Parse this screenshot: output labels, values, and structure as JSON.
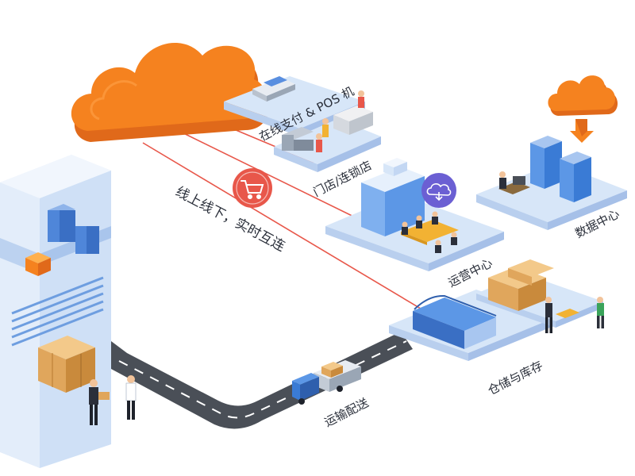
{
  "slogan": "线上线下，实时互连",
  "nodes": {
    "pos": {
      "label": "在线支付 & POS 机"
    },
    "stores": {
      "label": "门店/连锁店"
    },
    "ops": {
      "label": "运营中心"
    },
    "data_center": {
      "label": "数据中心"
    },
    "warehouse": {
      "label": "仓储与库存"
    },
    "transport": {
      "label": "运输配送"
    }
  },
  "colors": {
    "cloud": "#f5821f",
    "cloud_shadow": "#e0691a",
    "platform_top": "#d7e6f8",
    "platform_side": "#b9cfee",
    "connector": "#e8574a",
    "road": "#4a4f57",
    "building": "#cfe0f6",
    "accent_blue": "#3a7bd5",
    "accent_purple": "#6b5fd3"
  }
}
